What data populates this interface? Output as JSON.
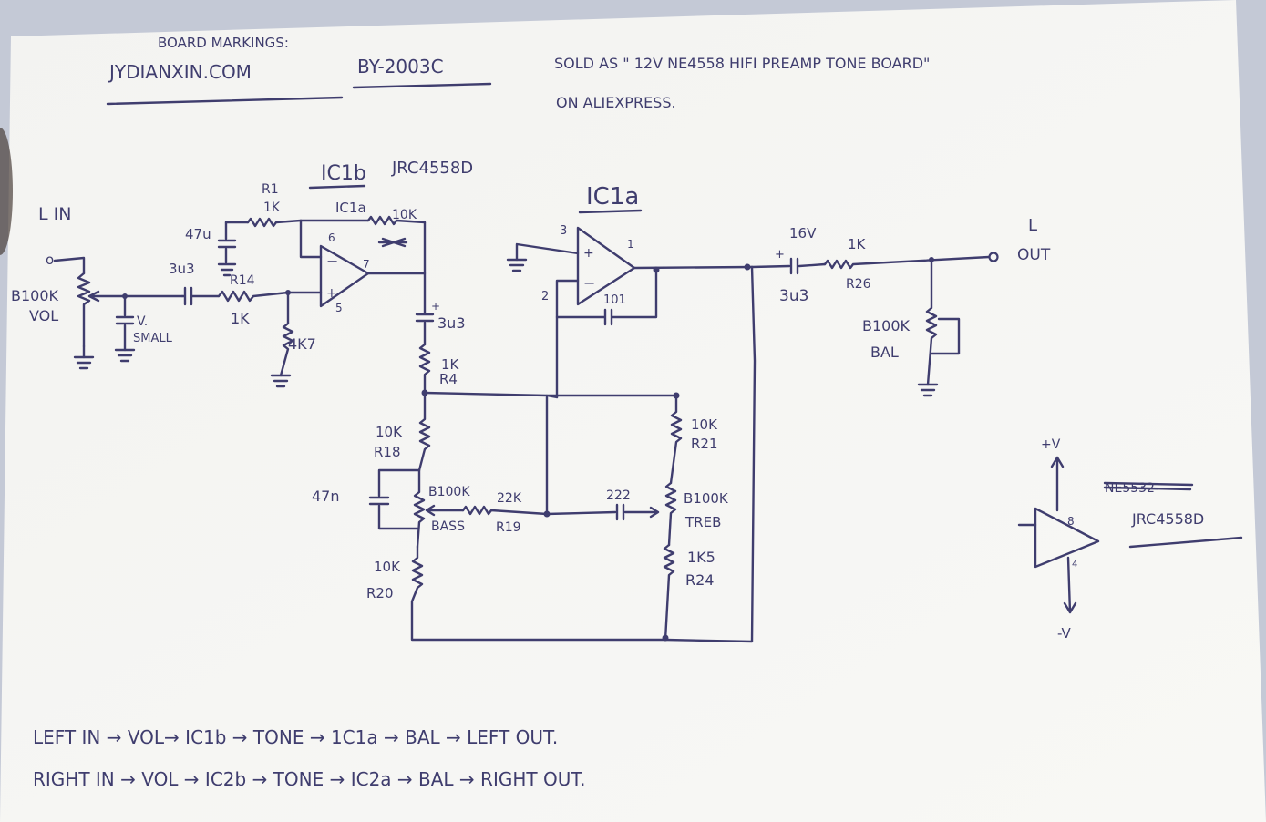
{
  "header": {
    "board_markings_label": "BOARD MARKINGS:",
    "site": "JYDIANXIN.COM",
    "board_id": "BY-2003C",
    "sold_as_1": "SOLD AS  \" 12V  NE4558  HIFI PREAMP  TONE BOARD\"",
    "sold_as_2": "ON ALIEXPRESS."
  },
  "input": {
    "l_in": "L IN",
    "vol_pot": "B100K",
    "vol_label": "VOL",
    "cap_v_small": "V.",
    "cap_small": "SMALL"
  },
  "stage1": {
    "ic_title": "IC1b",
    "ic_part": "JRC4558D",
    "r1_name": "R1",
    "r1_value": "1K",
    "cap_47u": "47u",
    "cap_3u3": "3u3",
    "r14_name": "R14",
    "r14_value": "1K",
    "r_4k7": "4K7",
    "fb_label": "IC1a",
    "fb_value": "10K",
    "pin6": "6",
    "pin5": "5",
    "pin7": "7",
    "out_cap": "3u3",
    "r4_value": "1K",
    "r4_name": "R4"
  },
  "stage2": {
    "ic_title": "IC1a",
    "pin3": "3",
    "pin2": "2",
    "pin1": "1",
    "fb_cap": "101"
  },
  "tone": {
    "r18_value": "10K",
    "r18_name": "R18",
    "cap_47n": "47n",
    "bass_pot": "B100K",
    "bass_label": "BASS",
    "r19_value": "22K",
    "r19_name": "R19",
    "r20_value": "10K",
    "r20_name": "R20",
    "cap_222": "222",
    "r21_value": "10K",
    "r21_name": "R21",
    "treb_pot": "B100K",
    "treb_label": "TREB",
    "r24_value": "1K5",
    "r24_name": "R24"
  },
  "output": {
    "cap_voltage": "16V",
    "cap_value": "3u3",
    "r26_value": "1K",
    "r26_name": "R26",
    "l_label": "L",
    "out_label": "OUT",
    "bal_pot": "B100K",
    "bal_label": "BAL"
  },
  "power": {
    "plus_v": "+V",
    "minus_v": "-V",
    "pin8": "8",
    "pin4": "4",
    "struck_part": "NE5532",
    "part": "JRC4558D"
  },
  "signal_flow": {
    "left": "LEFT IN → VOL→ IC1b → TONE → 1C1a → BAL → LEFT OUT.",
    "right": "RIGHT IN → VOL → IC2b → TONE → IC2a → BAL → RIGHT OUT."
  },
  "colors": {
    "ink": "#3f3d6e",
    "paper": "#f6f6f3",
    "background": "#c4c9d6"
  }
}
